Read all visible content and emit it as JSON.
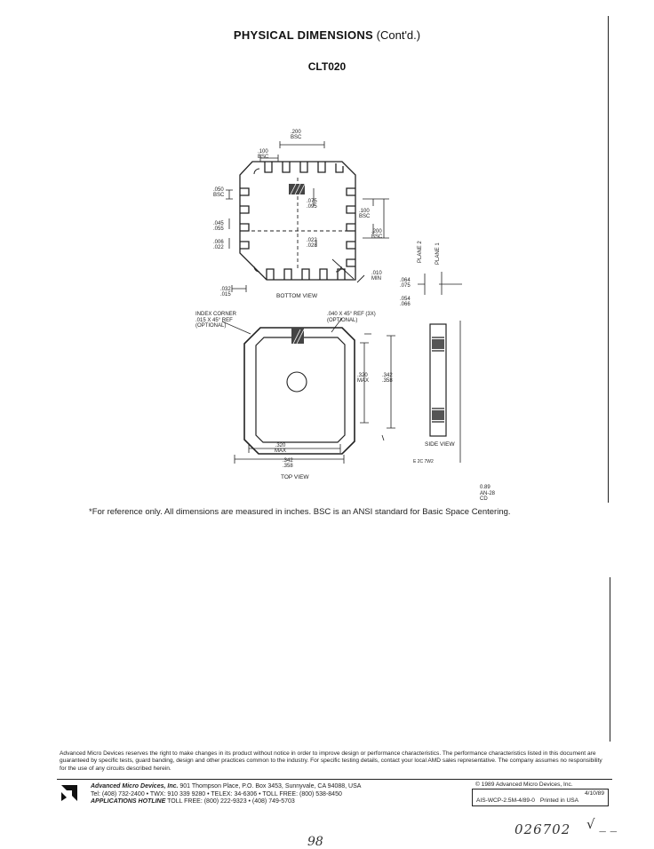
{
  "header": {
    "title_bold": "PHYSICAL DIMENSIONS",
    "title_suffix": "(Cont'd.)",
    "package": "CLT020"
  },
  "drawing": {
    "bottom": {
      "dim_top_a": ".100\nBSC",
      "dim_top_b": ".200\nBSC",
      "dim_left_a": ".050\nBSC",
      "dim_left_b": ".045\n.055",
      "dim_left_c": ".006\n.022",
      "dim_bot_left": ".032\n.015",
      "dim_inner_a": ".075\n.095",
      "dim_inner_b": ".022\n.028",
      "dim_right_a": ".100\nBSC",
      "dim_right_b": ".200\nBSC",
      "dim_corner": ".010\nMIN",
      "view_label": "BOTTOM VIEW"
    },
    "top": {
      "index_corner": "INDEX CORNER\n.015 X 45° REF\n(OPTIONAL)",
      "chamfer": ".040 X 45° REF (3X)\n(OPTIONAL)",
      "dim_width_a": ".320\nMAX",
      "dim_width_b": ".342\n.358",
      "dim_height_a": ".320\nMAX",
      "dim_height_b": ".342\n.358",
      "view_label": "TOP VIEW"
    },
    "side": {
      "plane_1": "PLANE 1",
      "plane_2": "PLANE 2",
      "dim_a": ".064\n.075",
      "dim_b": ".054\n.066",
      "view_label": "SIDE VIEW"
    },
    "ref_code": "E 2C 7W2",
    "stamp": "0.89\nAN-28\nCD"
  },
  "note": "*For reference only. All dimensions are measured in inches. BSC is an ANSI standard for Basic Space Centering.",
  "footer": {
    "disclaimer": "Advanced Micro Devices reserves the right to make changes in its product without notice in order to improve design or performance characteristics. The performance characteristics listed in this document are guaranteed by specific tests, guard banding, design and other practices common to the industry. For specific testing details, contact your local AMD sales representative. The company assumes no responsibility for the use of any circuits described herein.",
    "company": "Advanced Micro Devices, Inc.",
    "address": "901 Thompson Place, P.O. Box 3453, Sunnyvale, CA 94088, USA",
    "phone_line": "Tel: (408) 732-2400  •  TWX: 910 339 9280  •  TELEX: 34-6306  •  TOLL FREE: (800) 538-8450",
    "hotline_label": "APPLICATIONS HOTLINE",
    "hotline_numbers": "TOLL FREE: (800) 222-9323  •  (408) 749-5703",
    "copyright": "© 1989 Advanced Micro Devices, Inc.",
    "date": "4/10/89",
    "doc_code": "AIS-WCP-2.5M-4/89-0",
    "printed": "Printed in USA",
    "page_number": "98",
    "handwritten_code": "026702",
    "handwritten_mark": "√ _ _"
  }
}
